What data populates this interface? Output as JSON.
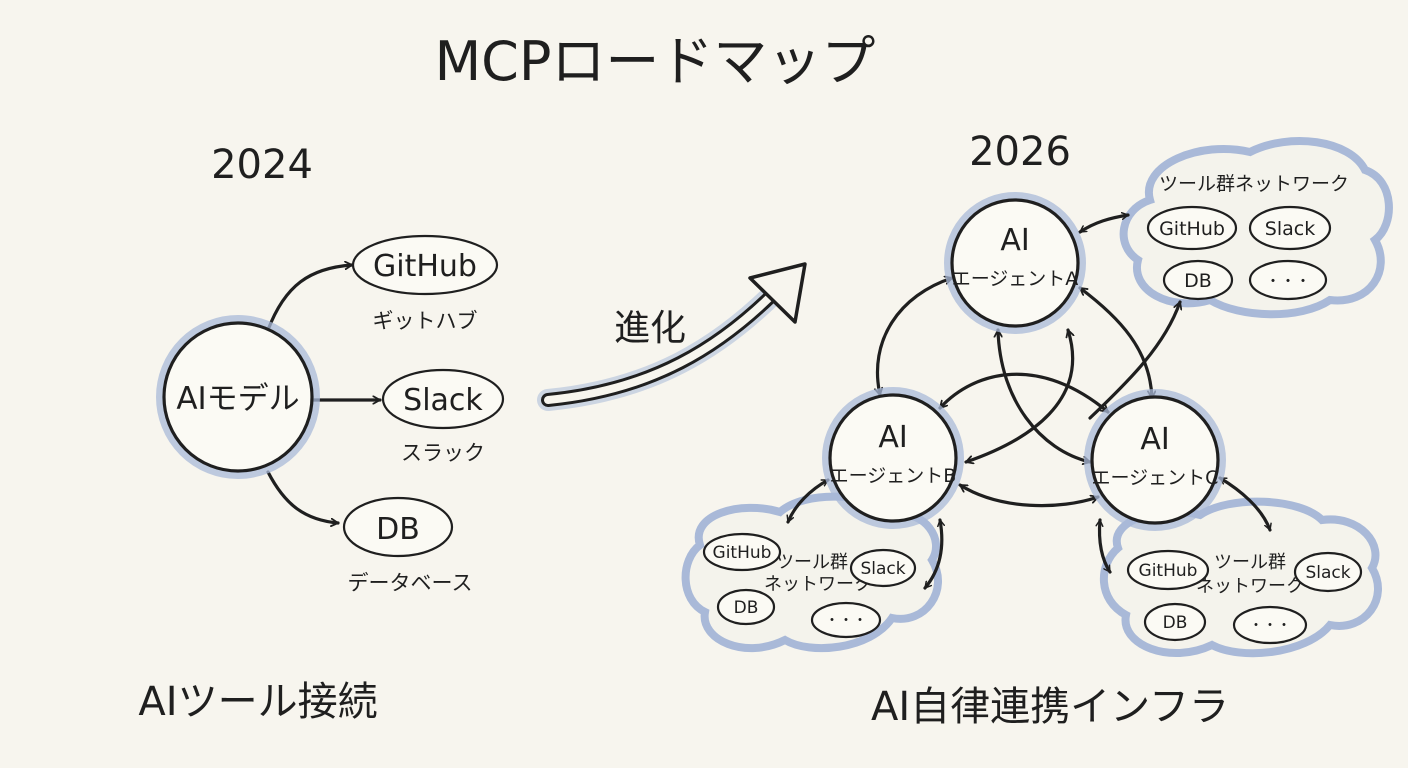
{
  "title": "MCPロードマップ",
  "left": {
    "year": "2024",
    "center": "AIモデル",
    "tools": [
      {
        "label": "GitHub",
        "sub": "ギットハブ"
      },
      {
        "label": "Slack",
        "sub": "スラック"
      },
      {
        "label": "DB",
        "sub": "データベース"
      }
    ],
    "caption": "AIツール接続"
  },
  "arrow_label": "進化",
  "right": {
    "year": "2026",
    "agents": [
      {
        "line1": "AI",
        "line2": "エージェントA"
      },
      {
        "line1": "AI",
        "line2": "エージェントB"
      },
      {
        "line1": "AI",
        "line2": "エージェントC"
      }
    ],
    "clouds": [
      {
        "title": "ツール群ネットワーク",
        "items": [
          "GitHub",
          "Slack",
          "DB",
          "・・・"
        ]
      },
      {
        "title_line1": "ツール群",
        "title_line2": "ネットワーク",
        "items": [
          "GitHub",
          "Slack",
          "DB",
          "・・・"
        ]
      },
      {
        "title_line1": "ツール群",
        "title_line2": "ネットワーク",
        "items": [
          "GitHub",
          "Slack",
          "DB",
          "・・・"
        ]
      }
    ],
    "caption": "AI自律連携インフラ"
  },
  "colors": {
    "background": "#f7f5ee",
    "ink": "#1f1f1f",
    "highlight": "#a9b9d8"
  }
}
